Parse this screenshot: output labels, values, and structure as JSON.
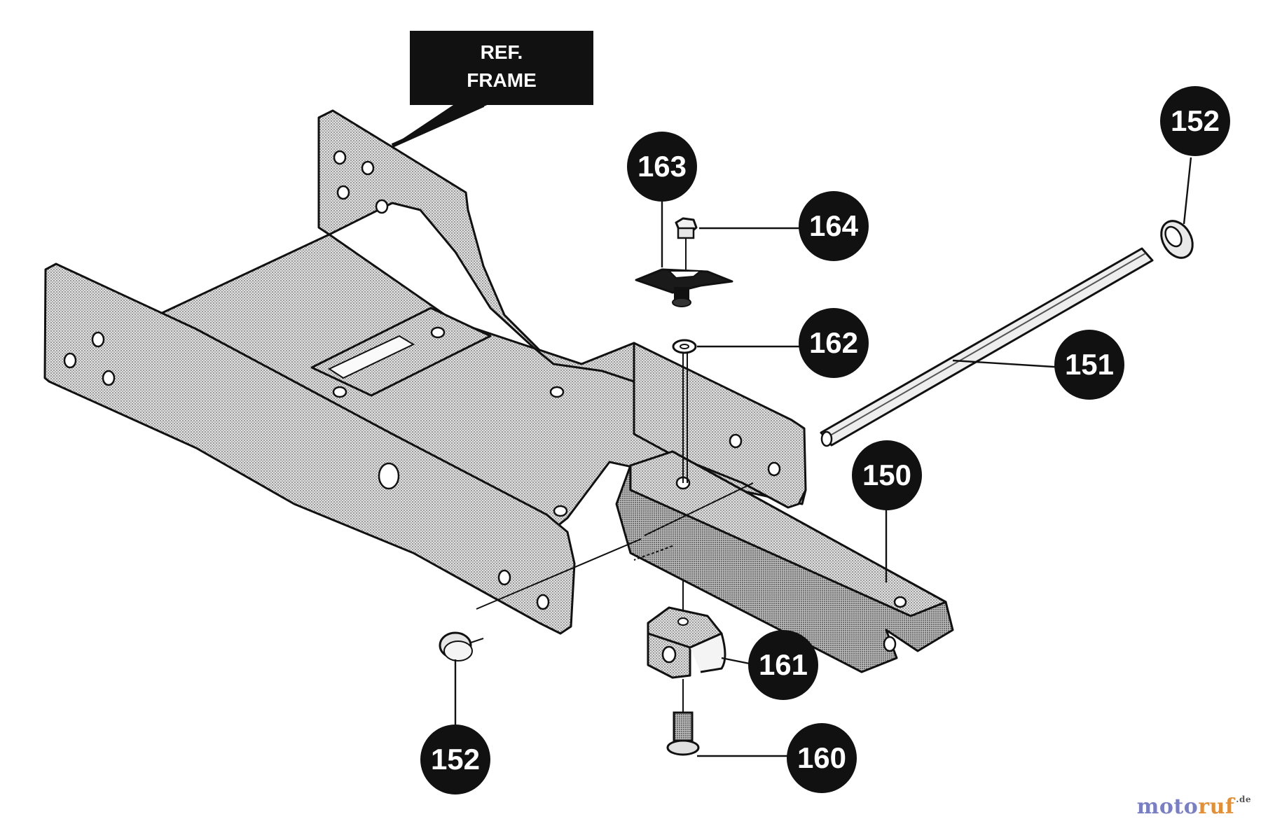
{
  "diagram": {
    "reference_label_line1": "REF.",
    "reference_label_line2": "FRAME",
    "callouts": [
      {
        "number": "163"
      },
      {
        "number": "164"
      },
      {
        "number": "162"
      },
      {
        "number": "152"
      },
      {
        "number": "151"
      },
      {
        "number": "150"
      },
      {
        "number": "161"
      },
      {
        "number": "160"
      },
      {
        "number": "152"
      }
    ]
  },
  "watermark": {
    "brand_part1": "moto",
    "brand_part2": "ruf",
    "tld": ".de"
  },
  "colors": {
    "callout_fill": "#111111",
    "callout_text": "#ffffff",
    "watermark_blue": "#7a7fc2",
    "watermark_orange": "#e0903a"
  }
}
